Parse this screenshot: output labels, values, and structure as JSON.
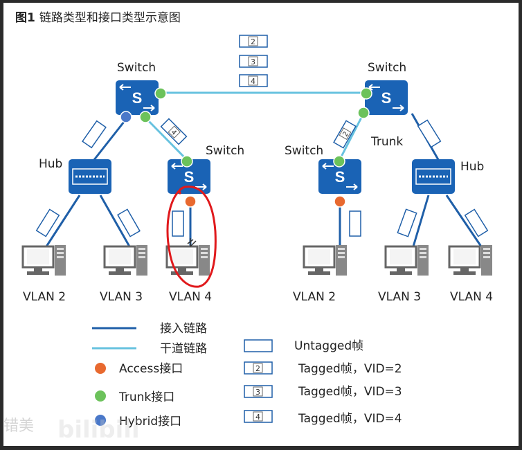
{
  "title": {
    "figure_no": "图1",
    "text": "链路类型和接口类型示意图"
  },
  "devices": {
    "switch_label": "Switch",
    "hub_label": "Hub",
    "trunk_label": "Trunk",
    "switch_glyph": "S"
  },
  "vlans": [
    "VLAN 2",
    "VLAN 3",
    "VLAN 4",
    "VLAN 2",
    "VLAN 3",
    "VLAN 4"
  ],
  "frame_tags": {
    "t2": "2",
    "t3": "3",
    "t4": "4"
  },
  "legend": {
    "access_link": "接入链路",
    "trunk_link": "干道链路",
    "access_port": "Access接口",
    "trunk_port": "Trunk接口",
    "hybrid_port": "Hybrid接口",
    "untagged": "Untagged帧",
    "tagged2": "Tagged帧，VID=2",
    "tagged3": "Tagged帧，VID=3",
    "tagged4": "Tagged帧，VID=4"
  },
  "watermark": {
    "cn": "错美",
    "logo": "bilibili"
  },
  "colors": {
    "access_link": "#1f5fa8",
    "trunk_link": "#67c2df",
    "device_blue": "#1a63b5",
    "access_port": "#e8692f",
    "trunk_port": "#6cc25b",
    "hybrid_port": "#4a78c9",
    "annotation_red": "#e0191c"
  }
}
